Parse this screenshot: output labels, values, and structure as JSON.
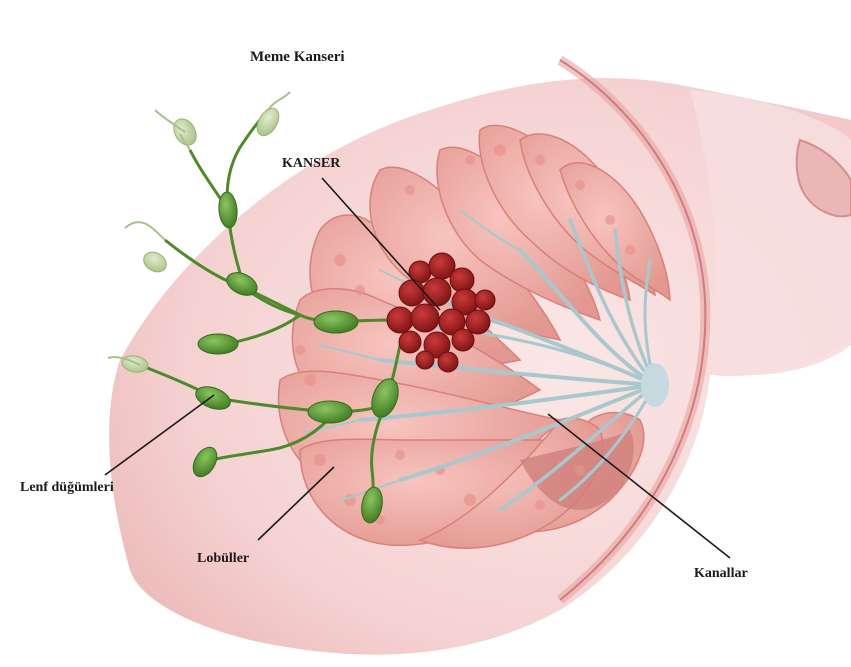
{
  "title": "Meme Kanseri",
  "labels": {
    "cancer": "KANSER",
    "lymph_nodes": "Lenf düğümleri",
    "lobules": "Lobüller",
    "ducts": "Kanallar"
  },
  "colors": {
    "skin": "#f6d6d6",
    "skin_edge": "#d98c8c",
    "lobule": "#efa8a3",
    "lobule_dark": "#d9827c",
    "duct": "#b9d3d8",
    "tumor": "#9e1e1e",
    "lymph": "#5d9c34",
    "lymph_light": "#b9cf96"
  }
}
